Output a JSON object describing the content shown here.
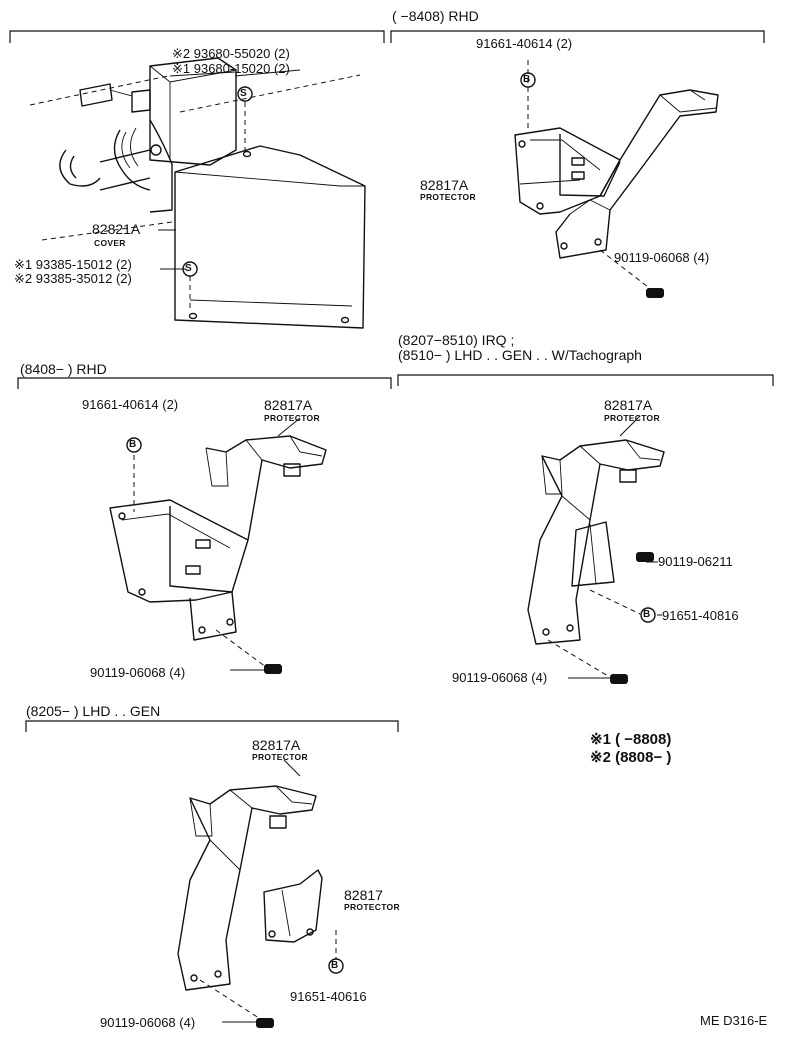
{
  "sections": {
    "top_right": "(      −8408) RHD",
    "mid_left": "(8408−          ) RHD",
    "mid_right_1": "(8207−8510) IRQ ;",
    "mid_right_2": "(8510−          ) LHD . . GEN . . W/Tachograph",
    "bottom_left": "(8205−          ) LHD . . GEN"
  },
  "labels": {
    "a_p1": "※2 93680-55020 (2)",
    "a_p2": "※1 93680-15020 (2)",
    "a_cover_no": "82821A",
    "a_cover_name": "COVER",
    "a_p3": "※1 93385-15012 (2)",
    "a_p4": "※2 93385-35012 (2)",
    "b_bolt": "91661-40614 (2)",
    "b_prot_no": "82817A",
    "b_prot_name": "PROTECTOR",
    "b_screw": "90119-06068 (4)",
    "c_bolt": "91661-40614 (2)",
    "c_prot_no": "82817A",
    "c_prot_name": "PROTECTOR",
    "c_screw": "90119-06068 (4)",
    "d_prot_no": "82817A",
    "d_prot_name": "PROTECTOR",
    "d_screw1": "90119-06211",
    "d_bolt": "91651-40816",
    "d_screw2": "90119-06068 (4)",
    "e_prot_no": "82817A",
    "e_prot_name": "PROTECTOR",
    "e_prot2_no": "82817",
    "e_prot2_name": "PROTECTOR",
    "e_bolt": "91651-40616",
    "e_screw": "90119-06068 (4)"
  },
  "callouts": {
    "s": "S",
    "b": "B"
  },
  "key": {
    "k1": "※1 (          −8808)",
    "k2": "※2 (8808−          )"
  },
  "footer": {
    "code": "ME D316-E"
  }
}
